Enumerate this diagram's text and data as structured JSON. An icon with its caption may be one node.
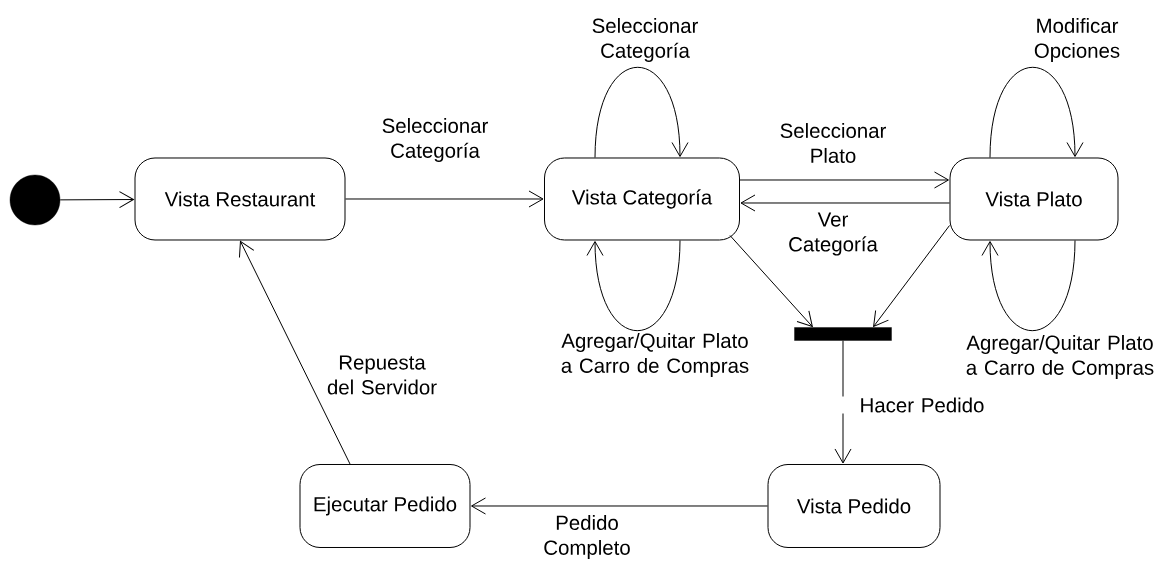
{
  "diagram": {
    "nodes": [
      {
        "text": [],
        "shape": "circle"
      },
      {
        "text": [
          "Vista Restaurant"
        ]
      },
      {
        "text": [
          "Vista Categoría"
        ]
      },
      {
        "text": [
          "Vista Plato"
        ]
      },
      {
        "text": [],
        "shape": "bar"
      },
      {
        "text": [
          "Vista Pedido"
        ]
      },
      {
        "text": [
          "Ejecutar Pedido"
        ]
      }
    ],
    "edges": [
      {
        "from": 0,
        "to": 1,
        "arrow": "to"
      },
      {
        "from": 1,
        "to": 2,
        "arrow": "to",
        "label": "Seleccionar Categoría"
      },
      {
        "from": 2,
        "to": 2,
        "arrow": "to",
        "label": "Seleccionar Categoría"
      },
      {
        "from": 2,
        "to": 3,
        "arrow": "to",
        "label": "Seleccionar Plato"
      },
      {
        "from": 3,
        "to": 2,
        "arrow": "to",
        "label": "Ver Categoría"
      },
      {
        "from": 3,
        "to": 3,
        "arrow": "to",
        "label": "Modificar Opciones"
      },
      {
        "from": 2,
        "to": 2,
        "arrow": "to",
        "label": "Agregar/Quitar Plato a Carro de Compras"
      },
      {
        "from": 3,
        "to": 3,
        "arrow": "to",
        "label": "Agregar/Quitar Plato a Carro de Compras"
      },
      {
        "from": 2,
        "to": 4,
        "arrow": "to"
      },
      {
        "from": 3,
        "to": 4,
        "arrow": "to"
      },
      {
        "from": 4,
        "to": 5,
        "arrow": "to",
        "label": "Hacer Pedido"
      },
      {
        "from": 5,
        "to": 6,
        "arrow": "to",
        "label": "Pedido Completo"
      },
      {
        "from": 6,
        "to": 1,
        "arrow": "to",
        "label": "Repuesta del Servidor"
      }
    ]
  }
}
